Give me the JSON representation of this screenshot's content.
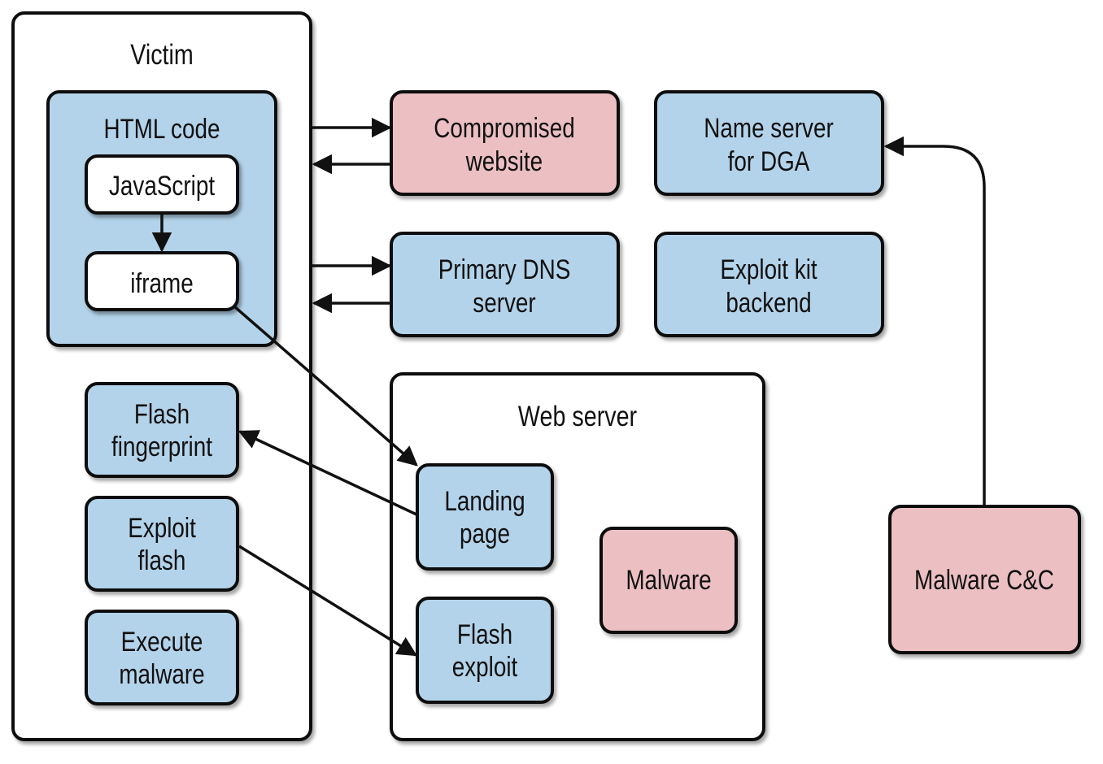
{
  "victim": {
    "title": "Victim",
    "html_code": {
      "title": "HTML code",
      "javascript": "JavaScript",
      "iframe": "iframe"
    },
    "flash_fingerprint": [
      "Flash",
      "fingerprint"
    ],
    "exploit_flash": [
      "Exploit",
      "flash"
    ],
    "execute_malware": [
      "Execute",
      "malware"
    ]
  },
  "compromised_website": [
    "Compromised",
    "website"
  ],
  "primary_dns": [
    "Primary DNS",
    "server"
  ],
  "name_server": [
    "Name server",
    "for DGA"
  ],
  "exploit_kit": [
    "Exploit kit",
    "backend"
  ],
  "web_server": {
    "title": "Web server",
    "landing_page": [
      "Landing",
      "page"
    ],
    "flash_exploit": [
      "Flash",
      "exploit"
    ],
    "malware": "Malware"
  },
  "malware_cnc": "Malware C&C",
  "colors": {
    "blue_fill": "#b3d3ea",
    "pink_fill": "#ecbfc2",
    "white_fill": "#ffffff",
    "stroke": "#111111"
  }
}
